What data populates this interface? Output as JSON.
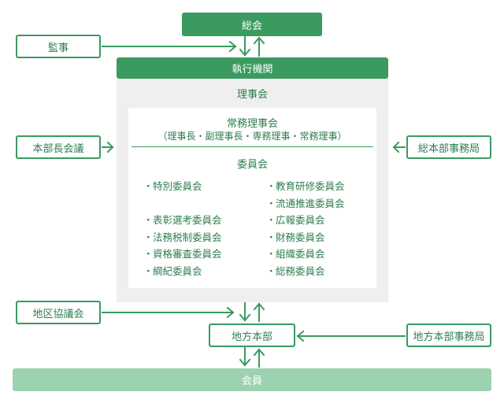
{
  "top": {
    "general_assembly": "総会",
    "auditor": "監事"
  },
  "executive": {
    "label": "執行機関",
    "board": "理事会",
    "standing_board": "常務理事会",
    "standing_board_members": "（理事長・副理事長・専務理事・常務理事）",
    "committees_title": "委員会",
    "committees_left": [
      "特別委員会",
      "",
      "表彰選考委員会",
      "法務税制委員会",
      "資格審査委員会",
      "綱紀委員会"
    ],
    "committees_right": [
      "教育研修委員会",
      "流通推進委員会",
      "広報委員会",
      "財務委員会",
      "組織委員会",
      "総務委員会"
    ]
  },
  "side": {
    "branch_heads": "本部長会議",
    "hq_secretariat": "総本部事務局",
    "district_council": "地区協議会",
    "regional_secretariat": "地方本部事務局"
  },
  "regional_hq": "地方本部",
  "members": "会員",
  "bullet": "・",
  "colors": {
    "primary_green": "#3a9a5f",
    "pale_green": "#9dd2b0",
    "panel_gray": "#efefef"
  }
}
